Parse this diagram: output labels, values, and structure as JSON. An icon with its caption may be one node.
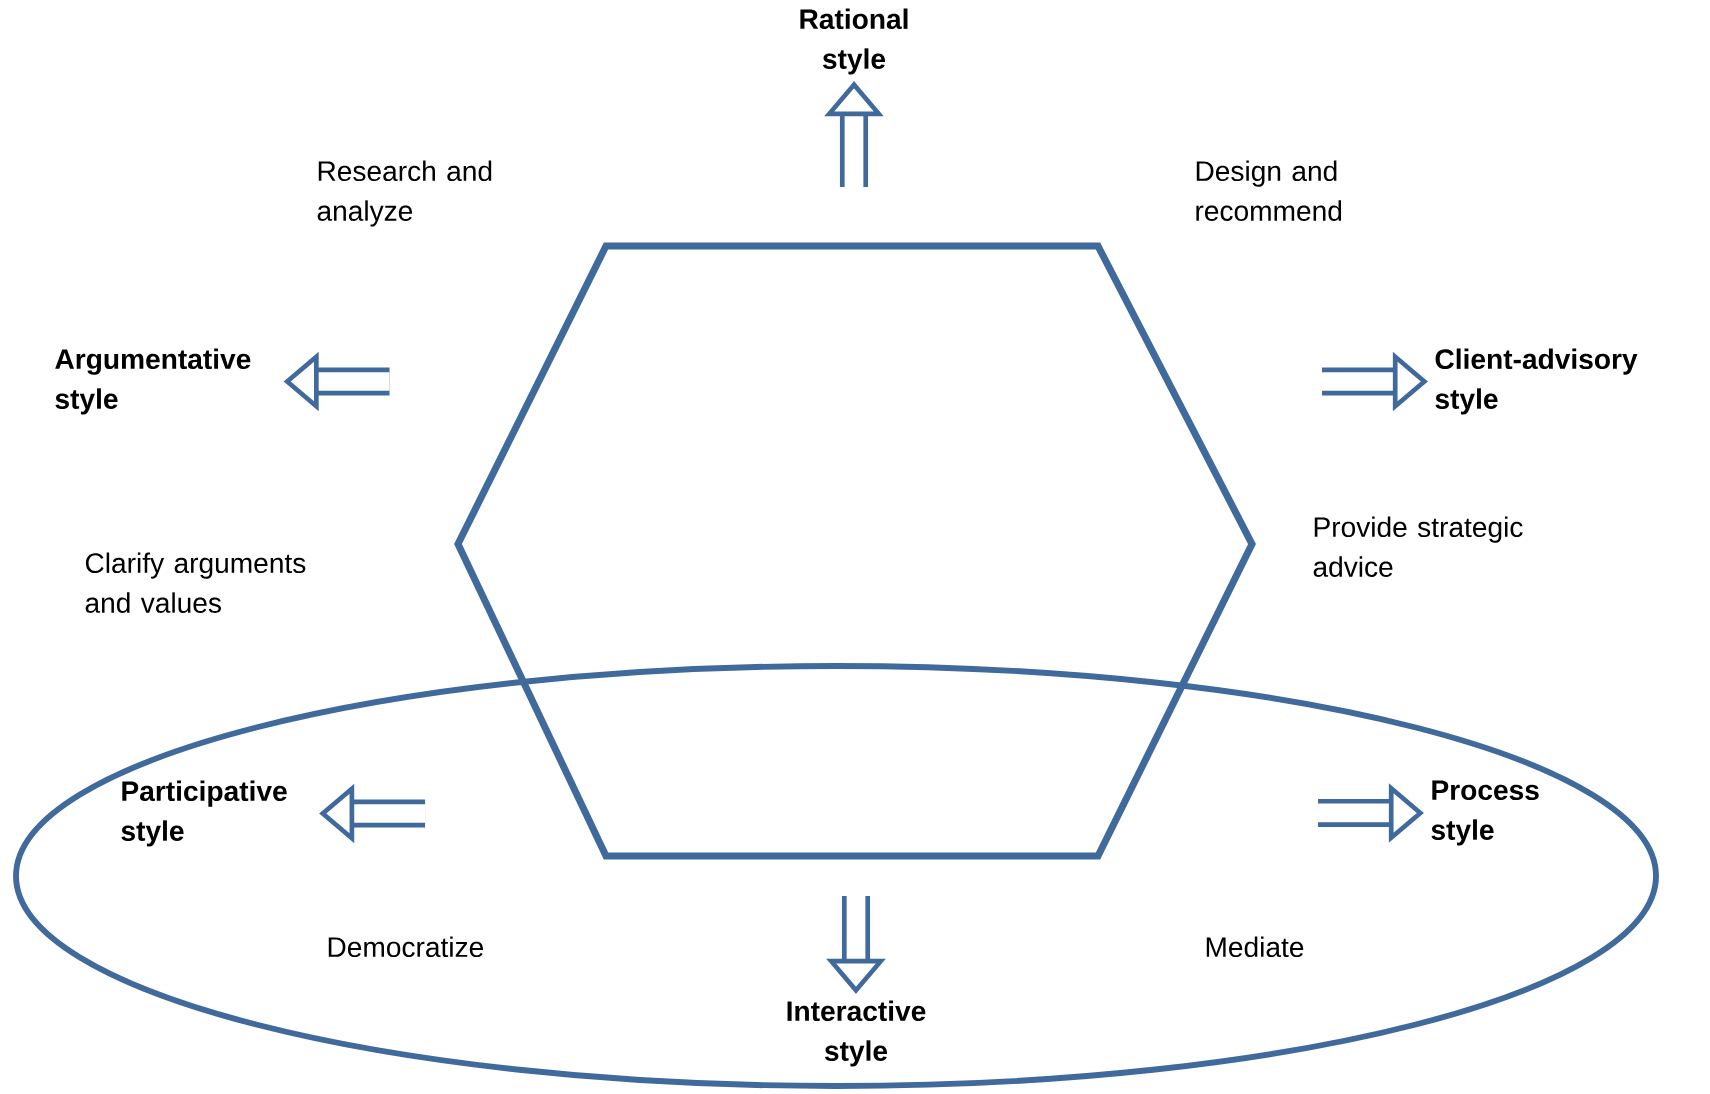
{
  "diagram": {
    "nodes": [
      {
        "text": [
          "Rational style"
        ]
      },
      {
        "text": [],
        "shape": "hexagon"
      },
      {
        "text": [
          "Argumentative style"
        ]
      },
      {
        "text": [
          "Client-advisory style"
        ]
      },
      {
        "text": [],
        "shape": "ellipse"
      },
      {
        "text": [
          "Participative style"
        ],
        "in": 4
      },
      {
        "text": [
          "Process style"
        ],
        "in": 4
      },
      {
        "text": [
          "Interactive style"
        ],
        "in": 4
      }
    ],
    "edges": [
      {
        "from": null,
        "to": 0,
        "arrow": "to"
      },
      {
        "from": null,
        "to": 2,
        "arrow": "to"
      },
      {
        "from": null,
        "to": 3,
        "arrow": "to"
      },
      {
        "from": null,
        "to": 5,
        "arrow": "to"
      },
      {
        "from": null,
        "to": 6,
        "arrow": "to"
      },
      {
        "from": null,
        "to": 7,
        "arrow": "to"
      }
    ],
    "labels": [
      "Research and analyze",
      "Design and recommend",
      "Clarify arguments and values",
      "Provide strategic advice",
      "Democratize",
      "Mediate"
    ]
  }
}
